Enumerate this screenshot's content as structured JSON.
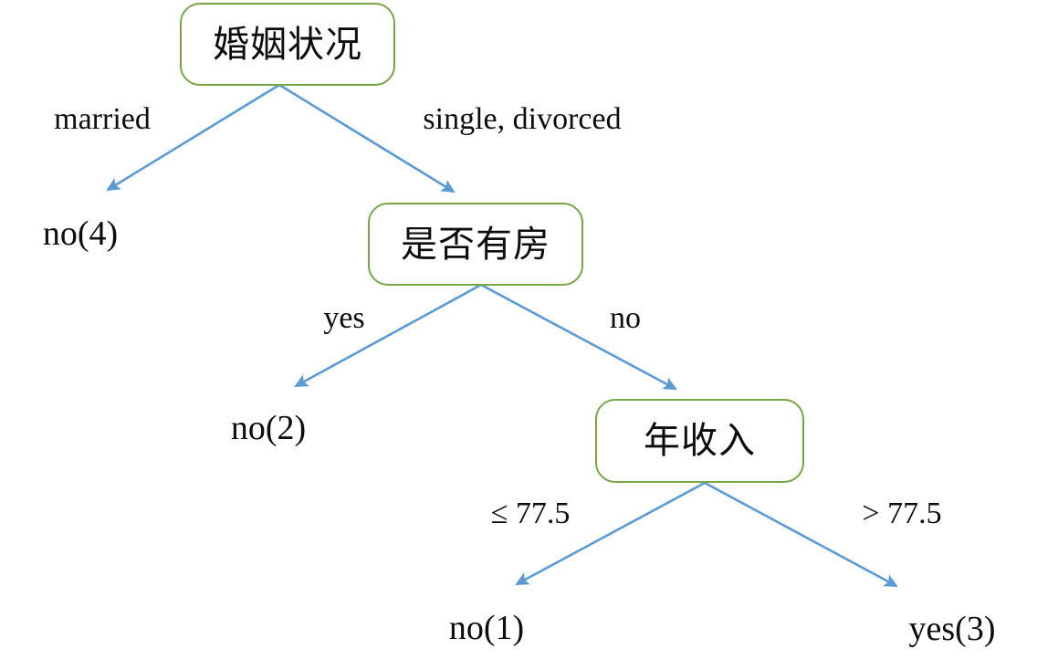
{
  "diagram": {
    "type": "decision-tree",
    "accent_node_border": "#76a646",
    "accent_edge": "#5b9bd5",
    "text_color": "#0d0d0d",
    "background": "#ffffff"
  },
  "nodes": {
    "root": {
      "label": "婚姻状况"
    },
    "house": {
      "label": "是否有房"
    },
    "income": {
      "label": "年收入"
    }
  },
  "leaves": {
    "married_no": {
      "label": "no(4)"
    },
    "house_yes_no": {
      "label": "no(2)"
    },
    "income_low_no": {
      "label": "no(1)"
    },
    "income_high_yes": {
      "label": "yes(3)"
    }
  },
  "edge_labels": {
    "root_left": "married",
    "root_right": "single, divorced",
    "house_left": "yes",
    "house_right": "no",
    "income_left": "≤ 77.5",
    "income_right": "> 77.5"
  }
}
